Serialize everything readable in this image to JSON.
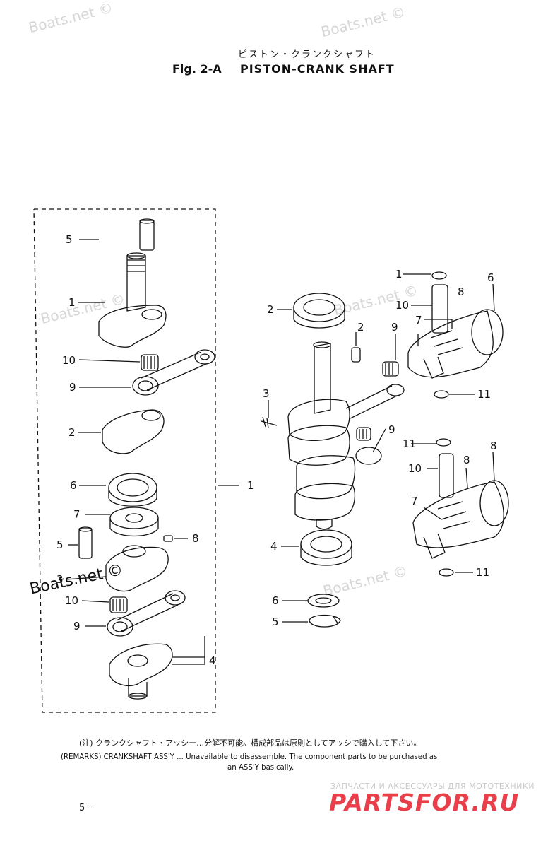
{
  "header": {
    "title_jp": "ピストン・クランクシャフト",
    "fig_no": "Fig. 2-A",
    "title_en": "PISTON-CRANK SHAFT"
  },
  "watermarks": {
    "light": "Boats.net ©",
    "dark": "Boats.net ©"
  },
  "left_callouts": [
    "5",
    "1",
    "10",
    "9",
    "2",
    "6",
    "7",
    "5",
    "8",
    "3",
    "10",
    "9",
    "4"
  ],
  "assembly_ref": "1",
  "right_callouts": [
    "2",
    "2",
    "9",
    "3",
    "1",
    "10",
    "7",
    "8",
    "6",
    "11",
    "9",
    "11",
    "10",
    "8",
    "8",
    "7",
    "11",
    "4",
    "6",
    "5"
  ],
  "remarks": {
    "jp": "(注) クランクシャフト・アッシー…分解不可能。構成部品は原則としてアッシで購入して下さい。",
    "en_line1": "(REMARKS) CRANKSHAFT ASS'Y ... Unavailable to disassemble. The component parts to be purchased as",
    "en_line2": "an ASS'Y basically."
  },
  "page_number": "5 –",
  "brand": {
    "tagline": "ЗАПЧАСТИ И АКСЕССУАРЫ ДЛЯ МОТОТЕХНИКИ",
    "logo": "PARTSFOR.RU",
    "logo_color": "#ea3f4a"
  }
}
